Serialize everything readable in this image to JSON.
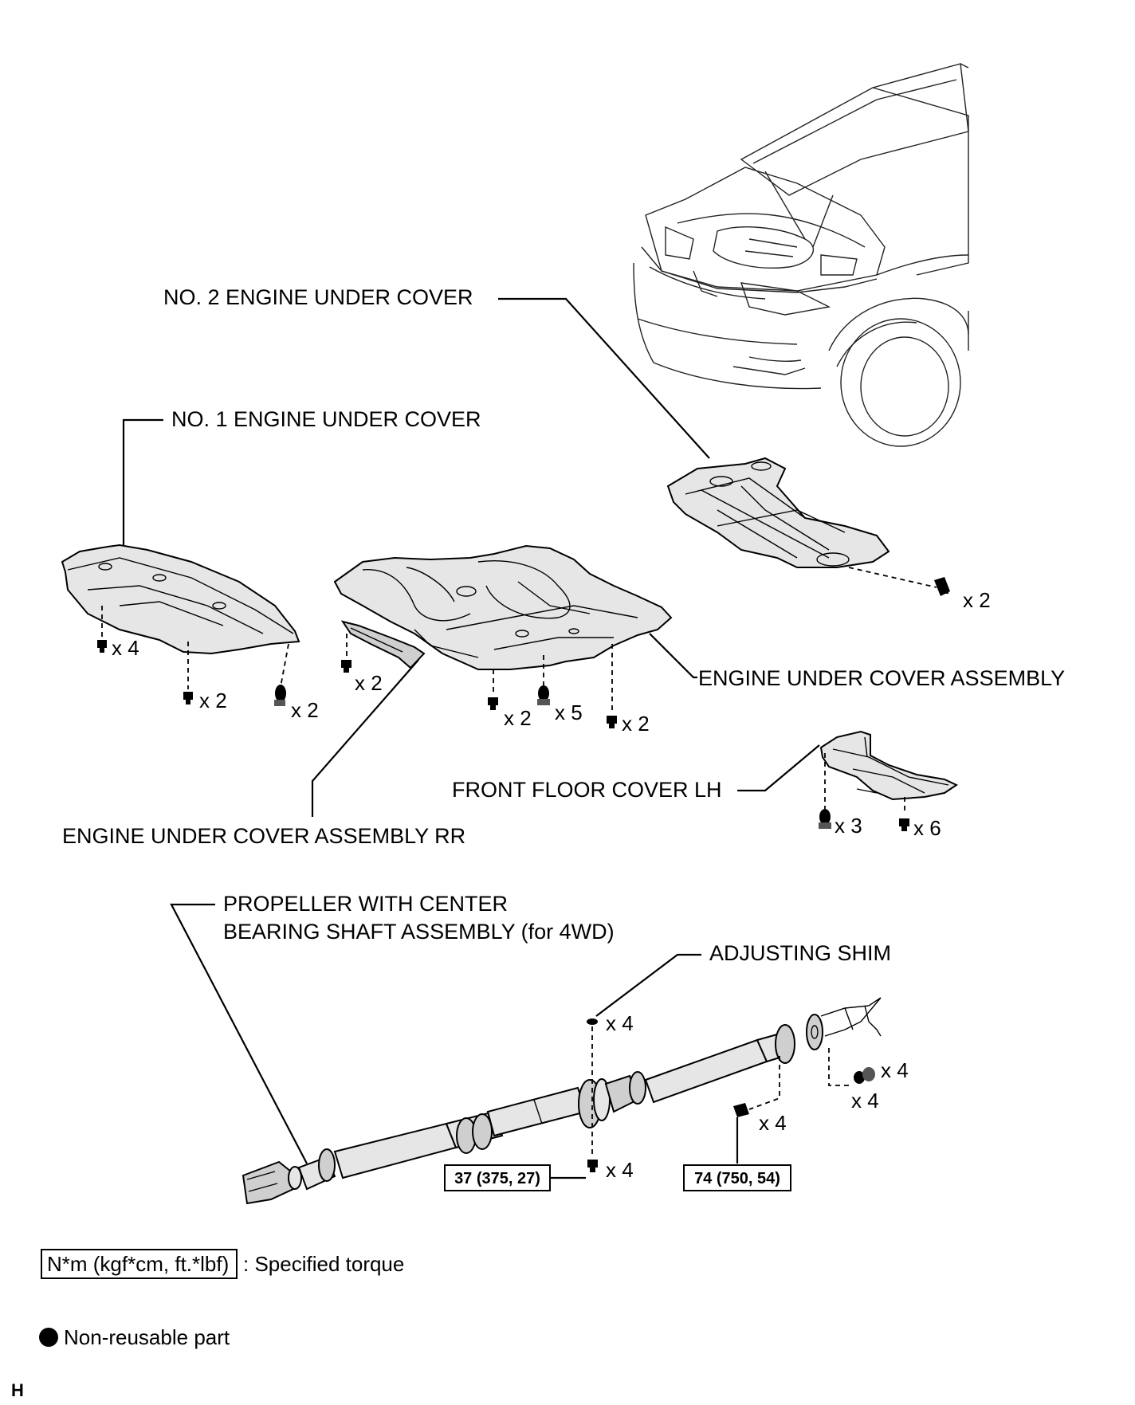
{
  "labels": {
    "no2_engine_under_cover": "NO. 2 ENGINE UNDER COVER",
    "no1_engine_under_cover": "NO. 1 ENGINE UNDER COVER",
    "engine_under_cover_assembly": "ENGINE UNDER COVER ASSEMBLY",
    "front_floor_cover_lh": "FRONT FLOOR COVER LH",
    "engine_under_cover_assembly_rr": "ENGINE UNDER COVER ASSEMBLY RR",
    "propeller_line1": "PROPELLER WITH CENTER",
    "propeller_line2": "BEARING SHAFT ASSEMBLY (for 4WD)",
    "adjusting_shim": "ADJUSTING SHIM"
  },
  "quantities": {
    "no2_bolts": "x 2",
    "no1_bolts_a": "x 4",
    "no1_bolts_b": "x 2",
    "no1_bolts_c": "x 2",
    "rr_bolts": "x 2",
    "assy_bolts_a": "x 2",
    "assy_bolts_b": "x 5",
    "assy_bolts_c": "x 2",
    "floor_clips": "x 3",
    "floor_bolts": "x 6",
    "shim_qty": "x 4",
    "center_bolt_qty": "x 4",
    "rear_nut_qty": "x 4",
    "rear_washer_qty": "x 4",
    "flange_bolt_qty": "x 4"
  },
  "torques": {
    "center_bearing": "37 (375, 27)",
    "flange": "74 (750, 54)"
  },
  "legend": {
    "torque_box": "N*m (kgf*cm, ft.*lbf)",
    "torque_text": ": Specified torque",
    "nonreusable_text": "Non-reusable part"
  },
  "corner_mark": "H"
}
